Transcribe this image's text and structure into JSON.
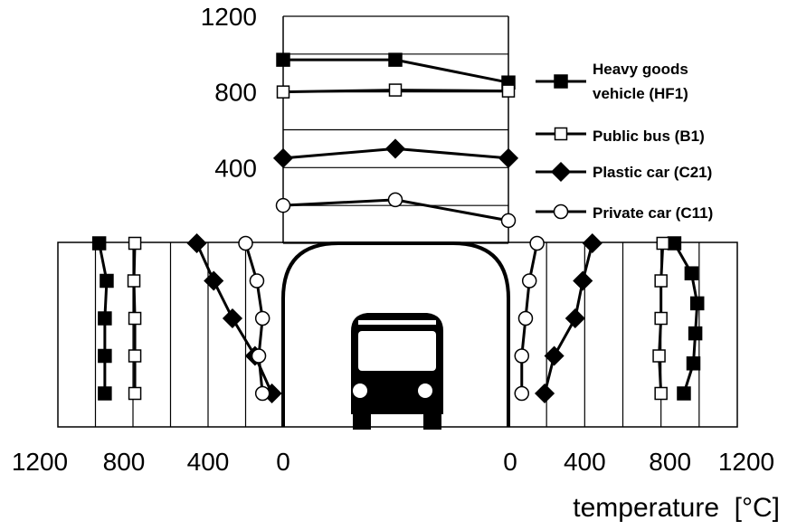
{
  "chart_data": {
    "type": "line",
    "xlabel": "temperature  [°C]",
    "legend_position": "right",
    "legend": [
      {
        "key": "HF1",
        "lines": [
          "Heavy goods",
          "vehicle (HF1)"
        ],
        "marker": "square-filled"
      },
      {
        "key": "B1",
        "lines": [
          "Public bus (B1)"
        ],
        "marker": "square-open"
      },
      {
        "key": "C21",
        "lines": [
          "Plastic car (C21)"
        ],
        "marker": "diamond-filled"
      },
      {
        "key": "C11",
        "lines": [
          "Private car (C11)"
        ],
        "marker": "circle-open"
      }
    ],
    "ceiling": {
      "ytick_labels": [
        "1200",
        "800",
        "400"
      ],
      "ytick_values": [
        1200,
        800,
        400
      ],
      "ylim": [
        0,
        1200
      ],
      "series": [
        {
          "key": "HF1",
          "values": [
            970,
            970,
            850
          ]
        },
        {
          "key": "B1",
          "values": [
            800,
            810,
            805
          ]
        },
        {
          "key": "C21",
          "values": [
            450,
            500,
            450
          ]
        },
        {
          "key": "C11",
          "values": [
            200,
            230,
            120
          ]
        }
      ]
    },
    "left_wall": {
      "xtick_labels": [
        "1200",
        "800",
        "400",
        "0"
      ],
      "xlim": [
        1200,
        0
      ],
      "series": [
        {
          "key": "HF1",
          "values": [
            980,
            940,
            950,
            950,
            950
          ]
        },
        {
          "key": "B1",
          "values": [
            790,
            795,
            790,
            790,
            790
          ]
        },
        {
          "key": "C21",
          "values": [
            460,
            370,
            270,
            150,
            60
          ]
        },
        {
          "key": "C11",
          "values": [
            200,
            140,
            110,
            130,
            110
          ]
        }
      ]
    },
    "right_wall": {
      "xtick_labels": [
        "0",
        "400",
        "800",
        "1200"
      ],
      "xlim": [
        0,
        1200
      ],
      "series": [
        {
          "key": "HF1",
          "values": [
            870,
            960,
            990,
            980,
            970,
            920
          ]
        },
        {
          "key": "B1",
          "values": [
            810,
            800,
            800,
            790,
            800
          ]
        },
        {
          "key": "C21",
          "values": [
            440,
            390,
            350,
            240,
            190
          ]
        },
        {
          "key": "C11",
          "values": [
            150,
            110,
            90,
            70,
            70
          ]
        }
      ]
    }
  }
}
